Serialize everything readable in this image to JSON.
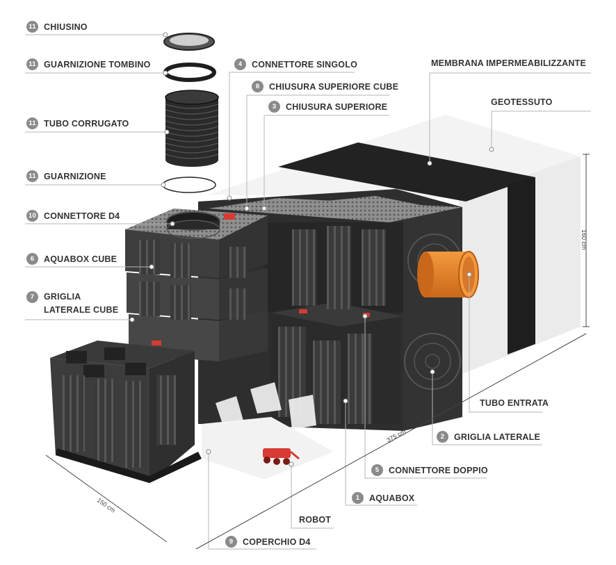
{
  "labels": [
    {
      "id": "chiusino",
      "num": "11",
      "text": "CHIUSINO"
    },
    {
      "id": "guarnizione-tombino",
      "num": "11",
      "text": "GUARNIZIONE TOMBINO"
    },
    {
      "id": "tubo-corrugato",
      "num": "11",
      "text": "TUBO CORRUGATO"
    },
    {
      "id": "guarnizione",
      "num": "11",
      "text": "GUARNIZIONE"
    },
    {
      "id": "connettore-d4",
      "num": "10",
      "text": "CONNETTORE D4"
    },
    {
      "id": "aquabox-cube",
      "num": "6",
      "text": "AQUABOX CUBE"
    },
    {
      "id": "griglia-laterale-cube",
      "num": "7",
      "text_lines": [
        "GRIGLIA",
        "LATERALE CUBE"
      ]
    },
    {
      "id": "connettore-singolo",
      "num": "4",
      "text": "CONNETTORE SINGOLO"
    },
    {
      "id": "chiusura-superiore-cube",
      "num": "8",
      "text": "CHIUSURA SUPERIORE CUBE"
    },
    {
      "id": "chiusura-superiore",
      "num": "3",
      "text": "CHIUSURA SUPERIORE"
    },
    {
      "id": "membrana",
      "num": "",
      "text": "MEMBRANA IMPERMEABILIZZANTE"
    },
    {
      "id": "geotessuto",
      "num": "",
      "text": "GEOTESSUTO"
    },
    {
      "id": "tubo-entrata",
      "num": "",
      "text": "TUBO ENTRATA"
    },
    {
      "id": "griglia-laterale",
      "num": "2",
      "text": "GRIGLIA LATERALE"
    },
    {
      "id": "connettore-doppio",
      "num": "5",
      "text": "CONNETTORE DOPPIO"
    },
    {
      "id": "aquabox",
      "num": "1",
      "text": "AQUABOX"
    },
    {
      "id": "robot",
      "num": "",
      "text": "ROBOT"
    },
    {
      "id": "coperchio-d4",
      "num": "9",
      "text": "COPERCHIO D4"
    }
  ],
  "dimensions": {
    "height": "160 cm",
    "length": "375 cm",
    "width": "150 cm"
  },
  "colors": {
    "badge": "#8a8a8a",
    "text": "#333333",
    "line": "#b5b5b5",
    "tank_dark": "#2f2f2f",
    "tank_light": "#5a5a5a",
    "membrane": "#1f1f1f",
    "geotextile": "#efefef",
    "pipe": "#e8821e",
    "robot": "#d83a34"
  }
}
